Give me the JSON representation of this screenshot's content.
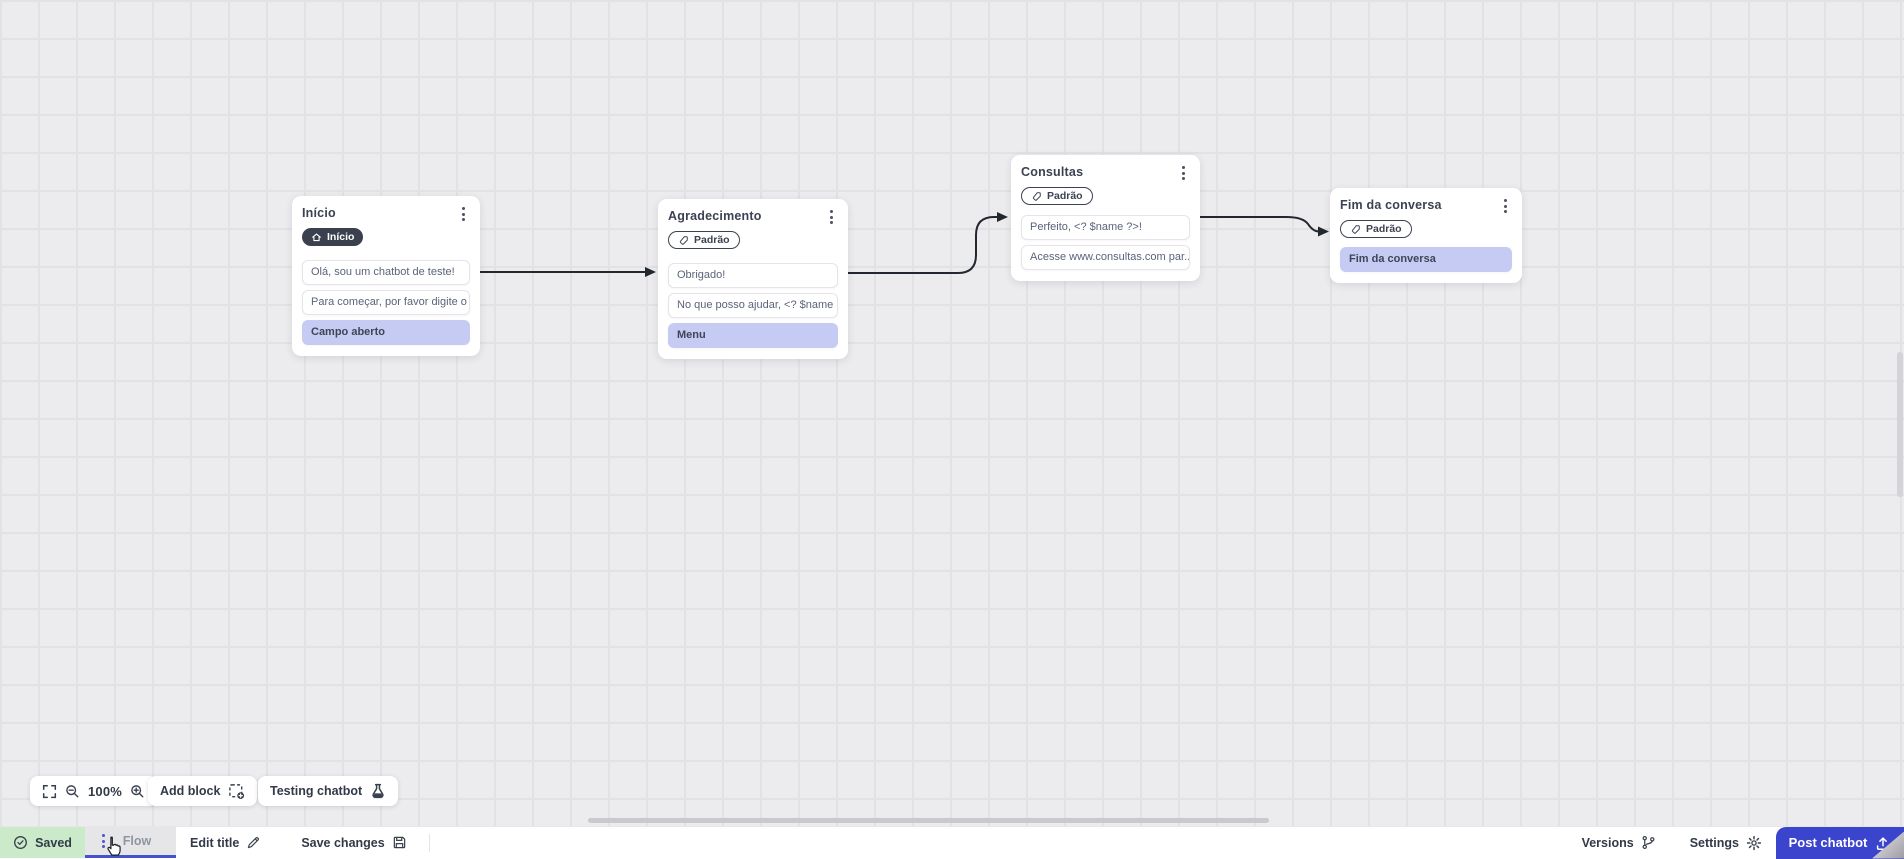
{
  "canvas": {
    "nodes": [
      {
        "title": "Início",
        "badge": {
          "label": "Início",
          "style": "dark",
          "icon": "home-icon"
        },
        "cards": [
          {
            "text": "Olá, sou um chatbot de teste!",
            "style": "message"
          },
          {
            "text": "Para começar, por favor digite o ...",
            "style": "message"
          },
          {
            "text": "Campo aberto",
            "style": "action"
          }
        ]
      },
      {
        "title": "Agradecimento",
        "badge": {
          "label": "Padrão",
          "style": "outline",
          "icon": "tag-icon"
        },
        "cards": [
          {
            "text": "Obrigado!",
            "style": "message"
          },
          {
            "text": "No que posso ajudar, <? $name ...",
            "style": "message"
          },
          {
            "text": "Menu",
            "style": "action"
          }
        ]
      },
      {
        "title": "Consultas",
        "badge": {
          "label": "Padrão",
          "style": "outline",
          "icon": "tag-icon"
        },
        "cards": [
          {
            "text": "Perfeito, <? $name ?>!",
            "style": "message"
          },
          {
            "text": "Acesse www.consultas.com par...",
            "style": "message"
          }
        ]
      },
      {
        "title": "Fim da conversa",
        "badge": {
          "label": "Padrão",
          "style": "outline",
          "icon": "tag-icon"
        },
        "cards": [
          {
            "text": "Fim da conversa",
            "style": "action"
          }
        ]
      }
    ]
  },
  "toolbar": {
    "zoom_level": "100%",
    "add_block_label": "Add block",
    "testing_label": "Testing chatbot"
  },
  "statusbar": {
    "saved_label": "Saved",
    "flow_tab_label": "Flow",
    "edit_title_label": "Edit title",
    "save_changes_label": "Save changes",
    "versions_label": "Versions",
    "settings_label": "Settings",
    "post_button_label": "Post chatbot"
  },
  "icons": {
    "node_menu": "kebab-vertical-dots",
    "badge_home": "home",
    "badge_tag": "tag",
    "fullscreen": "corner-brackets",
    "zoom_out": "magnifier-minus",
    "zoom_in": "magnifier-plus",
    "add_block": "dashed-square-plus",
    "testing": "flask",
    "saved": "check-circle",
    "edit_title": "pencil",
    "save_changes": "floppy-disk",
    "versions": "git-branch",
    "settings": "gear",
    "post": "upload-tray",
    "cursor": "hand-pointer"
  },
  "colors": {
    "accent_indigo": "#3b44cd",
    "flow_underline": "#4750cf",
    "purple_card": "#c6cbf4",
    "saved_green": "#cbeac9",
    "dark_badge": "#3a404d",
    "connector": "#23272f",
    "canvas_bg": "#ececee"
  }
}
